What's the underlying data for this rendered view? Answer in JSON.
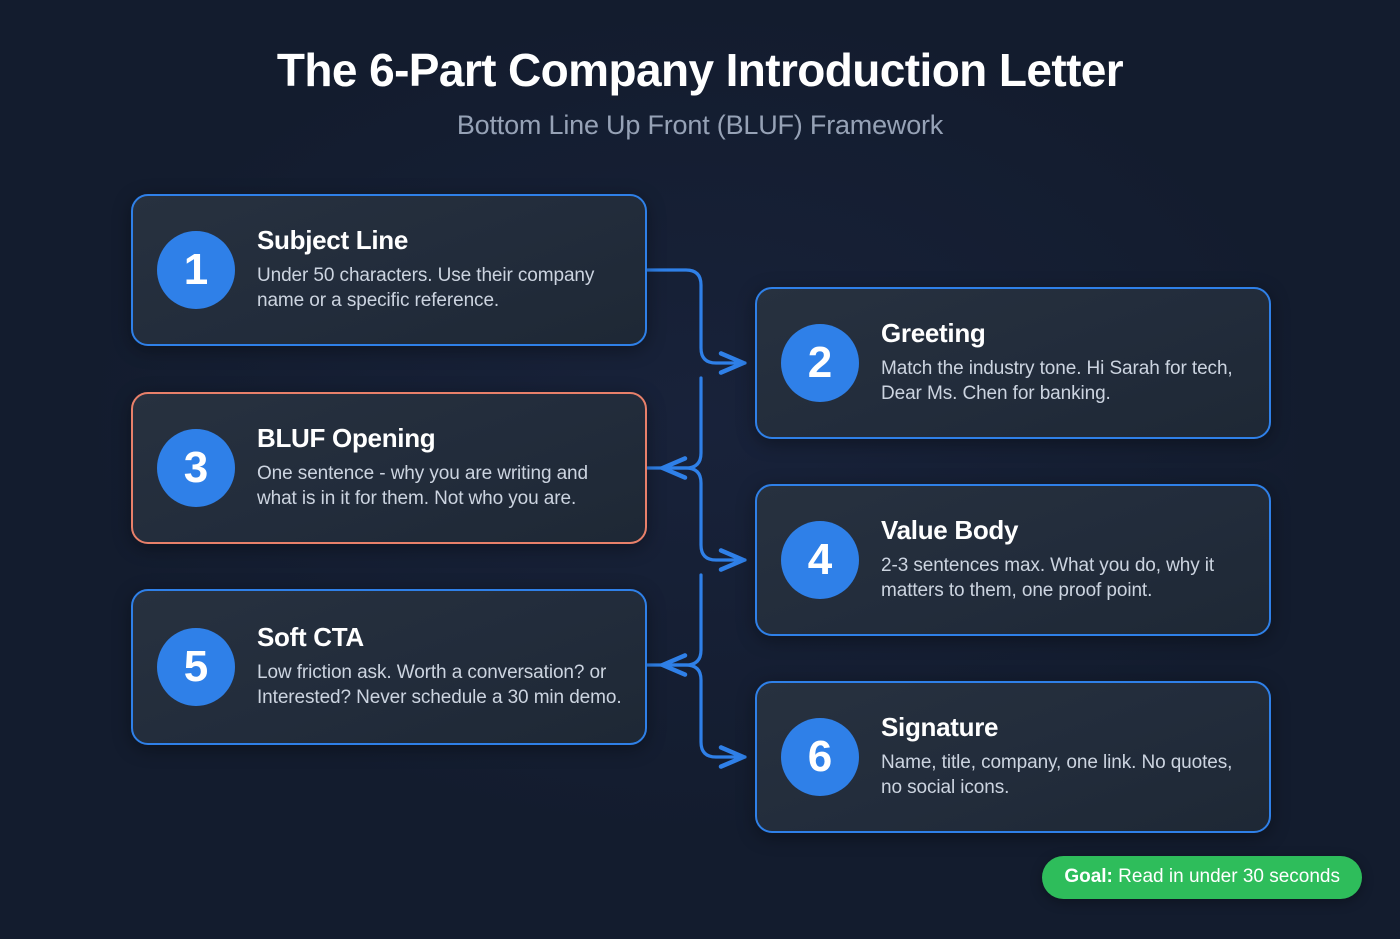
{
  "header": {
    "title": "The 6-Part Company Introduction Letter",
    "subtitle": "Bottom Line Up Front (BLUF) Framework"
  },
  "colors": {
    "background": "#131c2e",
    "card_background": "#232e3f",
    "accent_blue": "#2f80e8",
    "accent_orange": "#e8806a",
    "goal_green": "#2ebd5b",
    "title_text": "#ffffff",
    "subtitle_text": "#96a2b6",
    "body_text": "#ccd4e0"
  },
  "steps": [
    {
      "number": "1",
      "title": "Subject Line",
      "description": "Under 50 characters. Use their company name or a specific reference.",
      "column": "left",
      "highlighted": false
    },
    {
      "number": "2",
      "title": "Greeting",
      "description": "Match the industry tone. Hi Sarah for tech, Dear Ms. Chen for banking.",
      "column": "right",
      "highlighted": false
    },
    {
      "number": "3",
      "title": "BLUF Opening",
      "description": "One sentence - why you are writing and what is in it for them. Not who you are.",
      "column": "left",
      "highlighted": true
    },
    {
      "number": "4",
      "title": "Value Body",
      "description": "2-3 sentences max. What you do, why it matters to them, one proof point.",
      "column": "right",
      "highlighted": false
    },
    {
      "number": "5",
      "title": "Soft CTA",
      "description": "Low friction ask. Worth a conversation? or Interested? Never schedule a 30 min demo.",
      "column": "left",
      "highlighted": false
    },
    {
      "number": "6",
      "title": "Signature",
      "description": "Name, title, company, one link. No quotes, no social icons.",
      "column": "right",
      "highlighted": false
    }
  ],
  "goal": {
    "label": "Goal:",
    "text": "Read in under 30 seconds"
  }
}
